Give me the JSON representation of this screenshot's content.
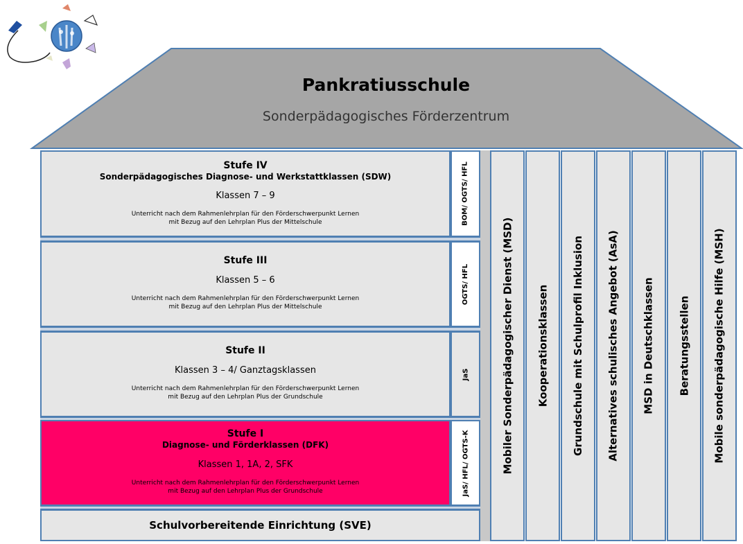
{
  "roof": {
    "title": "Pankratiusschule",
    "subtitle": "Sonderpädagogisches Förderzentrum"
  },
  "stufen": [
    {
      "title": "Stufe IV",
      "subtitle": "Sonderpädagogisches Diagnose- und Werkstattklassen (SDW)",
      "klassen": "Klassen 7 – 9",
      "desc1": "Unterricht nach dem Rahmenlehrplan für den Förderschwerpunkt Lernen",
      "desc2": "mit Bezug auf den Lehrplan Plus der Mittelschule",
      "side": "BOM/ OGTS/ HFL"
    },
    {
      "title": "Stufe III",
      "klassen": "Klassen 5 – 6",
      "desc1": "Unterricht nach dem Rahmenlehrplan für den Förderschwerpunkt Lernen",
      "desc2": "mit Bezug auf den Lehrplan Plus der Mittelschule",
      "side": "OGTS/ HFL"
    },
    {
      "title": "Stufe II",
      "klassen": "Klassen 3 – 4/ Ganztagsklassen",
      "desc1": "Unterricht nach dem Rahmenlehrplan für den Förderschwerpunkt Lernen",
      "desc2": "mit Bezug auf den Lehrplan Plus der Grundschule",
      "side": "JaS"
    },
    {
      "title": "Stufe I",
      "subtitle": "Diagnose- und Förderklassen (DFK)",
      "klassen": "Klassen 1, 1A, 2, SFK",
      "desc1": "Unterricht nach dem Rahmenlehrplan für den Förderschwerpunkt Lernen",
      "desc2": "mit Bezug auf den Lehrplan Plus der Grundschule",
      "side": "JaS/ HFL/ OGTS-K",
      "highlight_color": "#ff0066"
    }
  ],
  "base": "Schulvorbereitende Einrichtung (SVE)",
  "columns": [
    "Mobiler Sonderpädagogischer Dienst (MSD)",
    "Kooperationsklassen",
    "Grundschule mit Schulprofil Inklusion",
    "Alternatives schulisches Angebot (AsA)",
    "MSD in Deutschklassen",
    "Beratungsstellen",
    "Mobile sonderpädagogische Hilfe (MSH)"
  ],
  "colors": {
    "roof": "#a6a6a6",
    "box": "#e6e6e6",
    "border": "#4f7fb2",
    "highlight": "#ff0066"
  }
}
